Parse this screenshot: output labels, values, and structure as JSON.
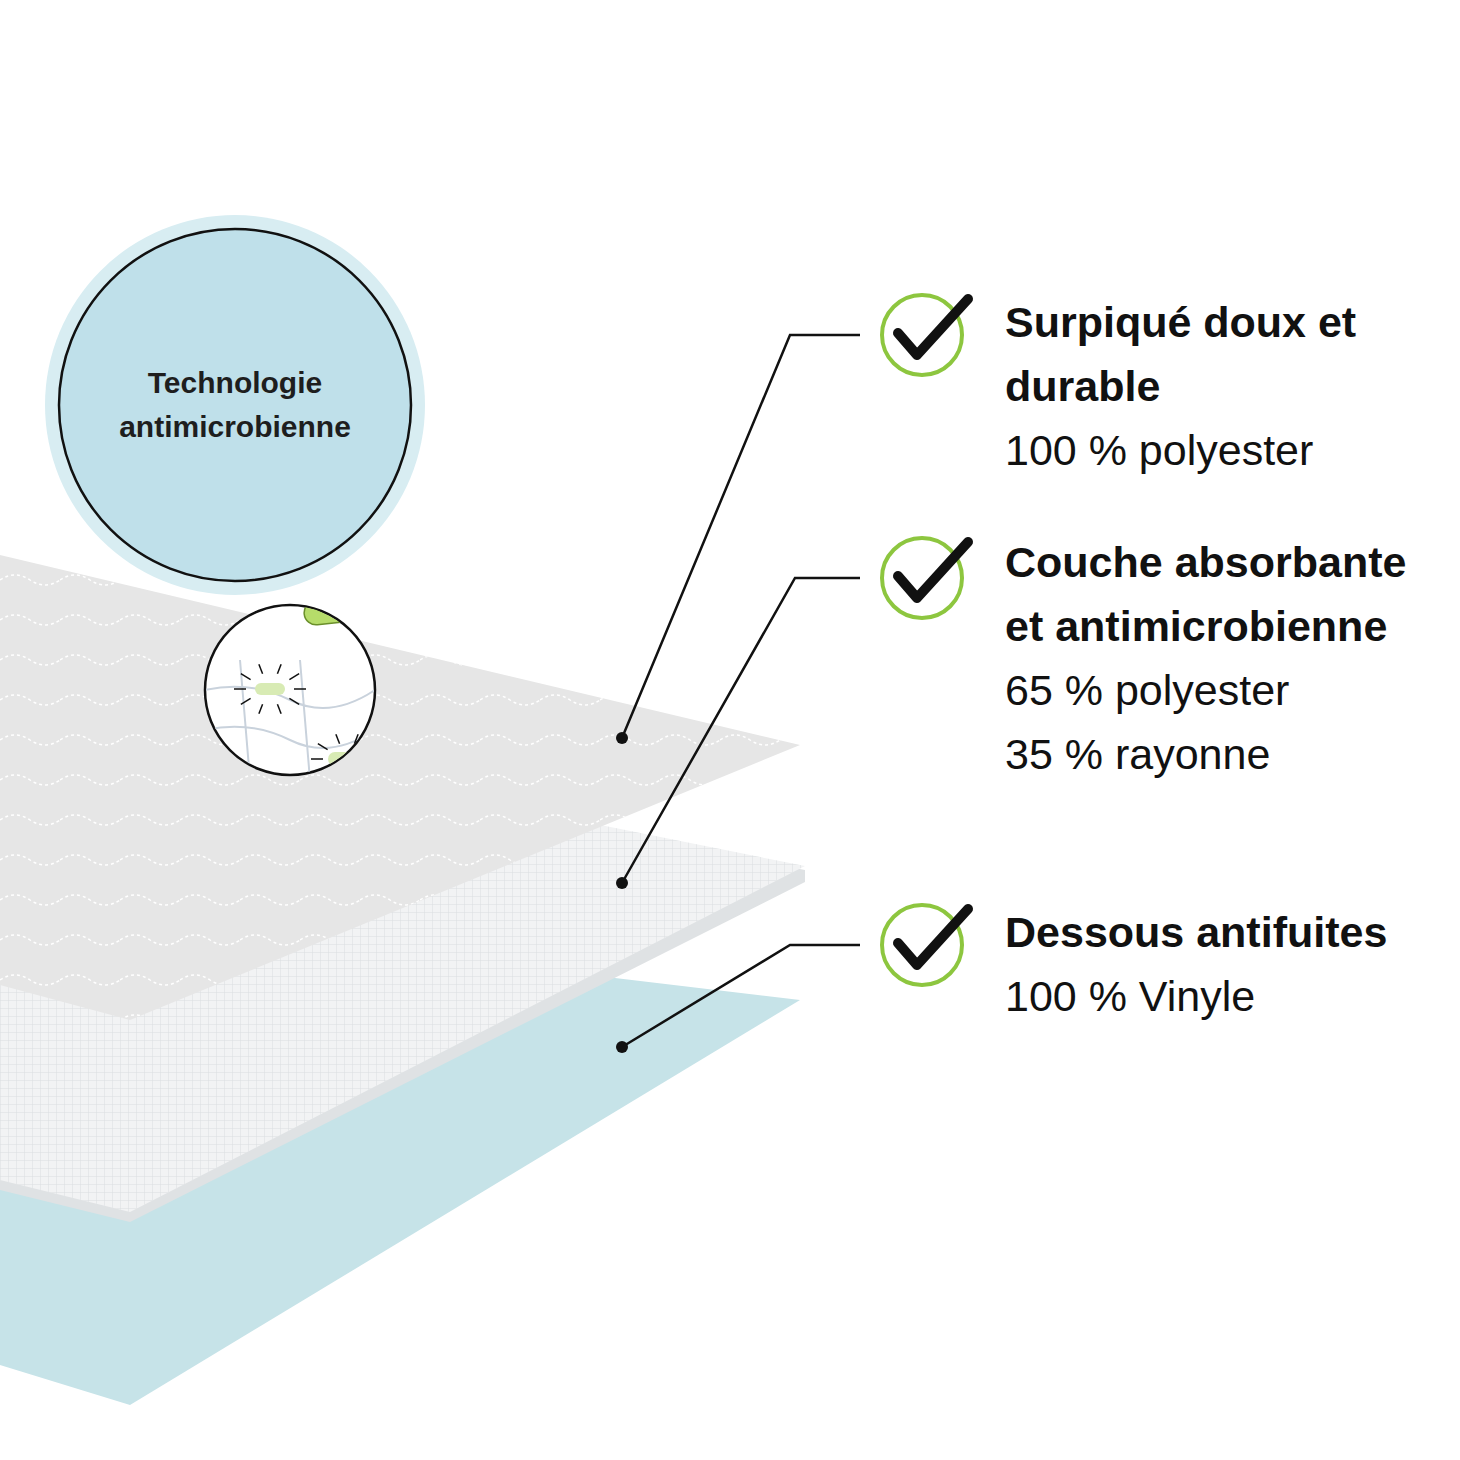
{
  "diagram": {
    "nodes": [
      {
        "text": [
          "Technologie antimicrobienne"
        ]
      }
    ],
    "labels": [
      "Surpiqué doux et durable",
      "100 % polyester",
      "Couche absorbante et antimicrobienne",
      "65 % polyester",
      "35 % rayonne",
      "Dessous antifuites",
      "100 % Vinyle"
    ]
  }
}
